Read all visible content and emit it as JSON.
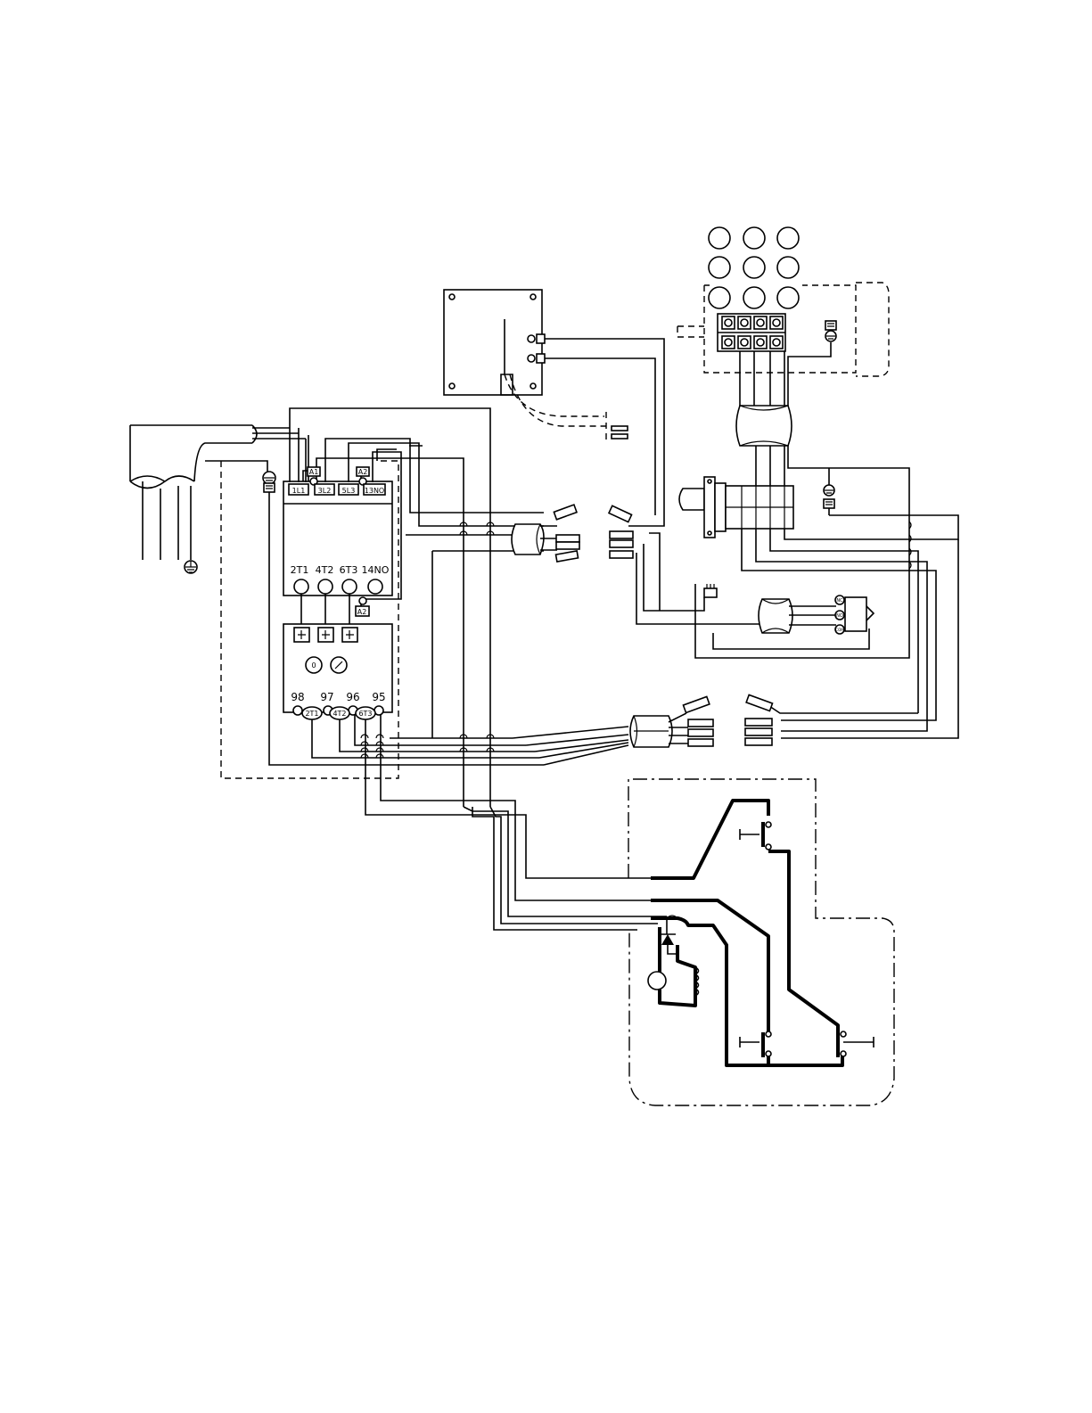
{
  "contactor": {
    "coil_terminals": [
      "A1",
      "A2",
      "A2"
    ],
    "line_terminals": [
      "1L1",
      "3L2",
      "5L3",
      "13NO"
    ],
    "load_terminals": [
      "2T1",
      "4T2",
      "6T3",
      "14NO"
    ]
  },
  "overload_relay": {
    "aux_terminals": [
      "98",
      "97",
      "96",
      "95"
    ],
    "load_terminals": [
      "2T1",
      "4T2",
      "6T3"
    ]
  },
  "limit_switch": {
    "terminals": [
      "NC",
      "NO",
      "COM"
    ]
  }
}
